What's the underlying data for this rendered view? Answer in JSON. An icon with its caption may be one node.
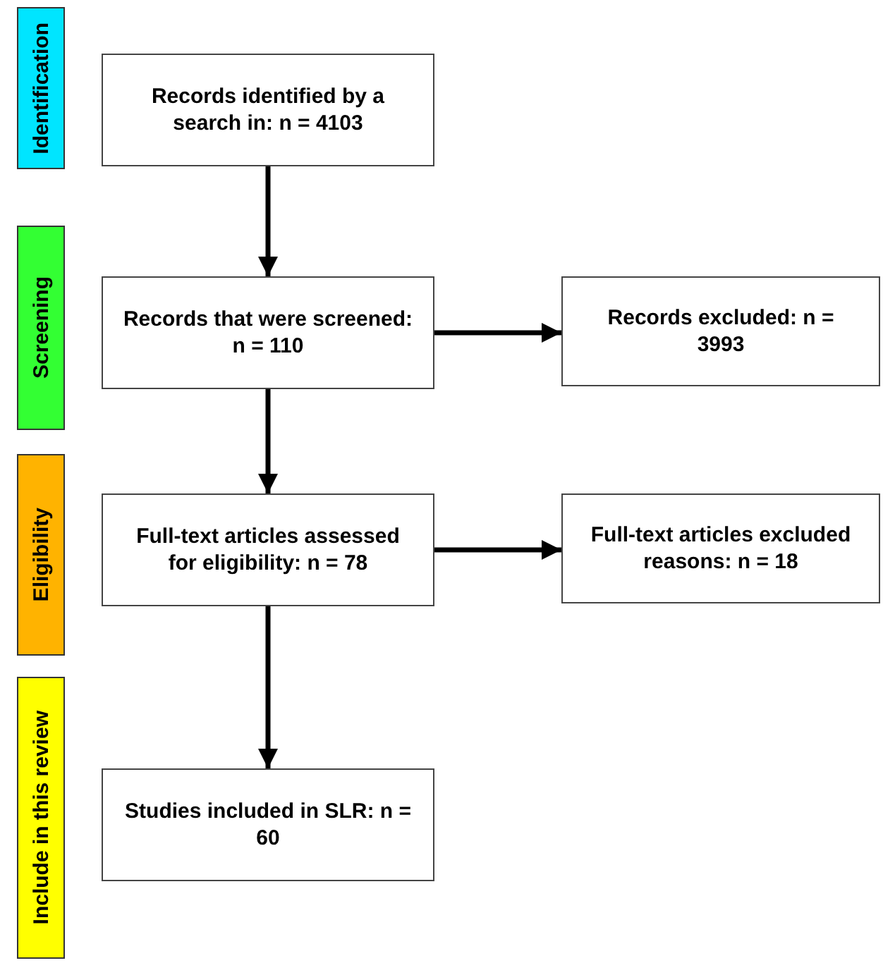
{
  "diagram": {
    "nodes": [
      {
        "text": [
          "Identification"
        ]
      },
      {
        "text": [
          "Records identified by a search in: n = 4103"
        ]
      },
      {
        "text": [
          "Screening"
        ]
      },
      {
        "text": [
          "Records that were screened: n = 110"
        ]
      },
      {
        "text": [
          "Records excluded: n = 3993"
        ]
      },
      {
        "text": [
          "Eligibility"
        ]
      },
      {
        "text": [
          "Full-text articles assessed for eligibility: n = 78"
        ]
      },
      {
        "text": [
          "Full-text articles excluded reasons: n = 18"
        ]
      },
      {
        "text": [
          "Include in this review"
        ]
      },
      {
        "text": [
          "Studies included in SLR: n = 60"
        ]
      }
    ],
    "edges": [
      {
        "from": 1,
        "to": 3,
        "arrow": "to"
      },
      {
        "from": 3,
        "to": 4,
        "arrow": "to"
      },
      {
        "from": 3,
        "to": 6,
        "arrow": "to"
      },
      {
        "from": 6,
        "to": 7,
        "arrow": "to"
      },
      {
        "from": 6,
        "to": 9,
        "arrow": "to"
      }
    ]
  }
}
